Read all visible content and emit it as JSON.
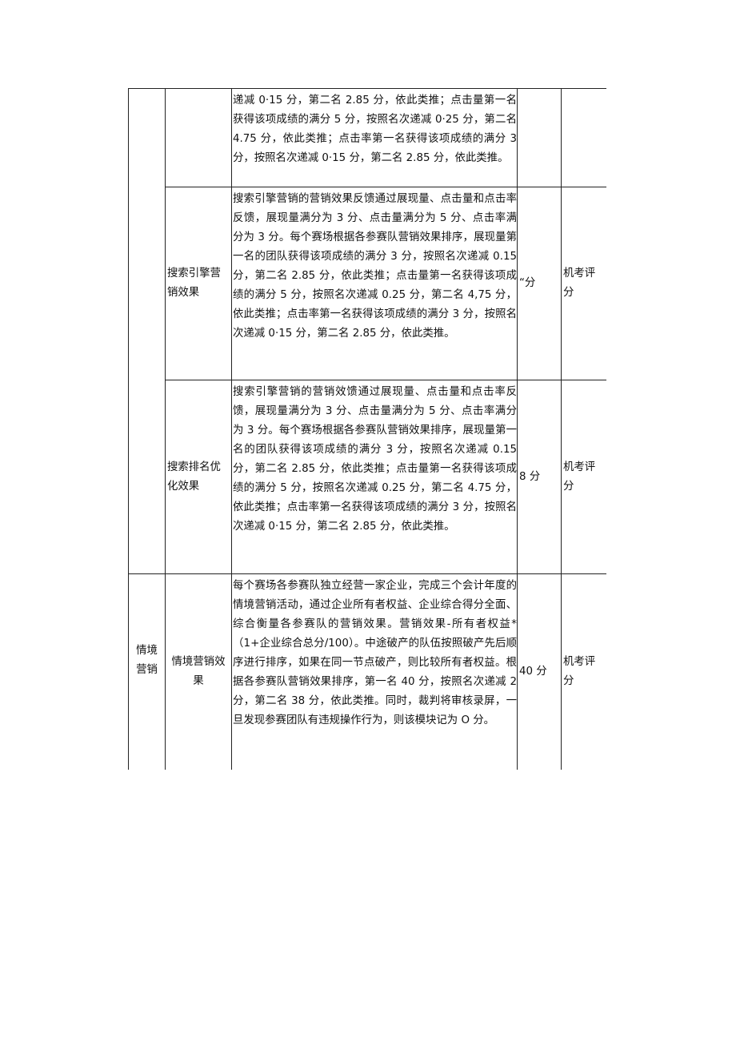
{
  "table": {
    "rows": [
      {
        "module": "",
        "item": "",
        "description": "递减 0·15 分，第二名 2.85 分，依此类推；点击量第一名获得该项成绩的满分 5 分，按照名次递减 0·25 分，第二名 4.75 分，依此类推；点击率第一名获得该项成绩的满分 3 分，按照名次递减 0·15 分，第二名 2.85 分，依此类推。",
        "score": "",
        "method": ""
      },
      {
        "module": "",
        "item": "搜索引擎营销效果",
        "description": "搜索引擎营销的营销效果反馈通过展现量、点击量和点击率反馈，展现量满分为 3 分、点击量满分为 5 分、点击率满分为 3 分。每个赛场根据各参赛队营销效果排序，展现量第一名的团队获得该项成绩的满分 3 分，按照名次递减 0.15 分，第二名 2.85 分，依此类推；点击量第一名获得该项成绩的满分 5 分，按照名次递减 0.25 分，第二名 4,75 分，依此类推；点击率第一名获得该项成绩的满分 3 分，按照名次递减 0·15 分，第二名 2.85 分，依此类推。",
        "score": "“分",
        "method": "机考评分"
      },
      {
        "module": "",
        "item": "搜索排名优化效果",
        "description": "搜索引擎营销的营销效馈通过展现量、点击量和点击率反馈，展现量满分为 3 分、点击量满分为 5 分、点击率满分为 3 分。每个赛场根据各参赛队营销效果排序，展现量第一名的团队获得该项成绩的满分 3 分，按照名次递减 0.15 分，第二名 2.85 分，依此类推；点击量第一名获得该项成绩的满分 5 分，按照名次递减 0.25 分，第二名 4.75 分，依此类推；点击率第一名获得该项成绩的满分 3 分，按照名次递减 0·15 分，第二名 2.85 分，依此类推。",
        "score": "8 分",
        "method": "机考评分"
      },
      {
        "module": "情境营销",
        "item": "情境营销效果",
        "description": "每个赛场各参赛队独立经营一家企业，完成三个会计年度的情境营销活动，通过企业所有者权益、企业综合得分全面、综合衡量各参赛队的营销效果。营销效果-所有者权益*（1+企业综合总分/100）。中途破产的队伍按照破产先后顺序进行排序，如果在同一节点破产，则比较所有者权益。根据各参赛队营销效果排序，第一名 40 分，按照名次递减 2 分，第二名 38 分，依此类推。同时，裁判将审核录屏，一旦发现参赛团队有违规操作行为，则该模块记为 O 分。",
        "score": "40 分",
        "method": "机考评分"
      }
    ]
  }
}
